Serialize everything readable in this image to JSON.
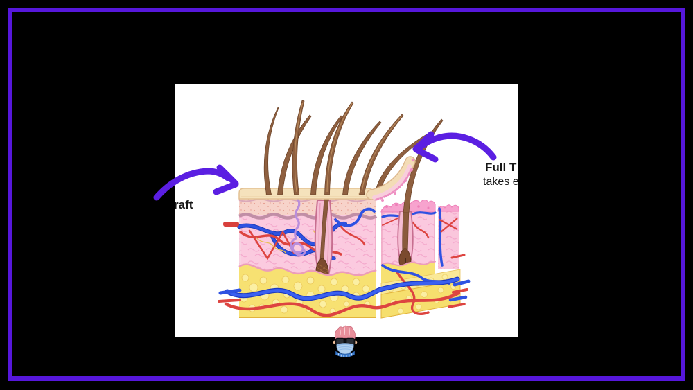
{
  "page": {
    "background": "#000000",
    "frame_color": "#5617DB",
    "panel_background": "#FFFFFF"
  },
  "labels": {
    "left_fragment": "raft",
    "right_title_fragment": "Full T",
    "right_subtitle_fragment": "takes e",
    "text_color": "#161616"
  },
  "arrows": {
    "color": "#5B1FE2",
    "left": "hand-drawn curved arrow pointing right at the skin surface",
    "right": "hand-drawn curved arrow pointing left at the lifted skin flap"
  },
  "illustration": {
    "subject": "skin cross-section block with hair shafts, hair follicles, sweat gland, blood vessels, lifted epidermal flap and excised full-thickness graft block",
    "hair_count": 9,
    "colors": {
      "epidermis": "#F5E2BC",
      "papillary_band": "#F7D3CA",
      "dermis": "#FBCADF",
      "fat": "#F7E172",
      "fat_blob": "#FBEFA3",
      "vein": "#2E52E2",
      "artery": "#DD4440",
      "hair": "#8F6040",
      "sweat_gland": "#B98EDC",
      "torn_edge": "#F7A3CE",
      "follicle_sheath": "#F6BDD3"
    }
  },
  "avatar": {
    "description": "mascot head with pink pompadour hair, black glasses, blue surgical mask and blue banner",
    "hair": "#E78F9B",
    "mask": "#B3D2F0",
    "banner": "#3B7ED2"
  }
}
